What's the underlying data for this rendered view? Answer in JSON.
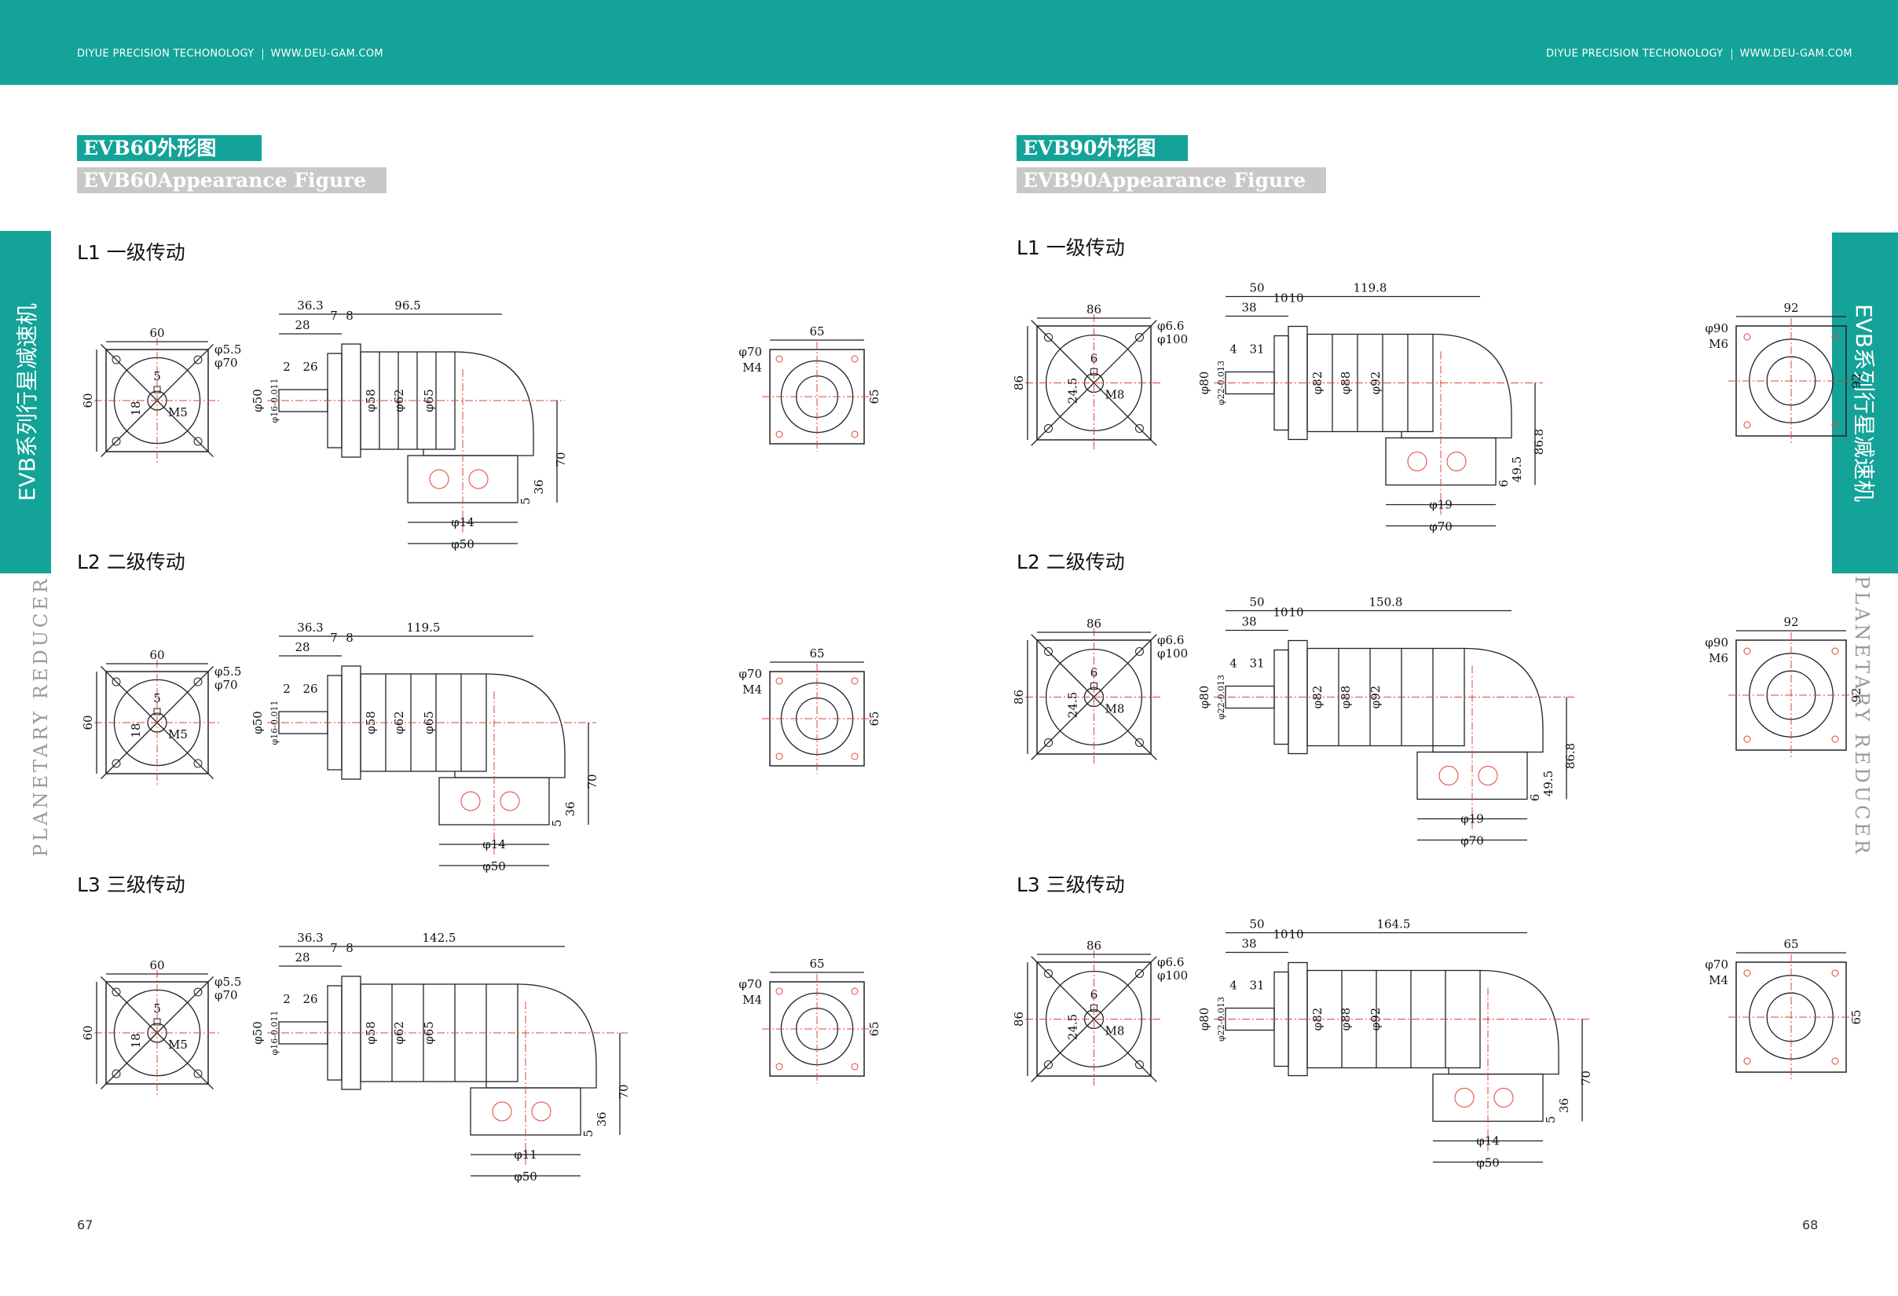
{
  "header": {
    "left_company": "DIYUE PRECISION TECHONOLOGY",
    "left_site": "WWW.DEU-GAM.COM",
    "right_company": "DIYUE PRECISION TECHONOLOGY",
    "right_site": "WWW.DEU-GAM.COM"
  },
  "left_page": {
    "title_cn": "EVB60外形图",
    "title_en": "EVB60Appearance Figure",
    "side_tab": "EVB系列行星减速机",
    "side_vertical": "PLANETARY REDUCER",
    "page_number": "67",
    "stages": [
      {
        "label": "L1  一级传动",
        "len_main": "96.5",
        "len_a": "36.3",
        "len_b": "28",
        "len_c": "7",
        "len_d": "8",
        "key": "2",
        "shaft_len": "26",
        "flange_w": "60",
        "flange_h": "60",
        "pcd": "φ70",
        "hole": "φ5.5",
        "thread": "M5",
        "kw": "5",
        "kh": "18",
        "d1": "φ58",
        "d2": "φ62",
        "d3": "φ65",
        "shaft_d": "φ16-0.011",
        "pilot": "φ50",
        "h1": "70",
        "h2": "36",
        "h3": "5",
        "out_d1": "φ14",
        "out_d2": "φ50",
        "out_w": "65",
        "out_h": "65",
        "out_pcd": "φ70",
        "out_thread": "M4"
      },
      {
        "label": "L2  二级传动",
        "len_main": "119.5",
        "len_a": "36.3",
        "len_b": "28",
        "len_c": "7",
        "len_d": "8",
        "key": "2",
        "shaft_len": "26",
        "flange_w": "60",
        "flange_h": "60",
        "pcd": "φ70",
        "hole": "φ5.5",
        "thread": "M5",
        "kw": "5",
        "kh": "18",
        "d1": "φ58",
        "d2": "φ62",
        "d3": "φ65",
        "shaft_d": "φ16-0.011",
        "pilot": "φ50",
        "h1": "70",
        "h2": "36",
        "h3": "5",
        "out_d1": "φ14",
        "out_d2": "φ50",
        "out_w": "65",
        "out_h": "65",
        "out_pcd": "φ70",
        "out_thread": "M4"
      },
      {
        "label": "L3  三级传动",
        "len_main": "142.5",
        "len_a": "36.3",
        "len_b": "28",
        "len_c": "7",
        "len_d": "8",
        "key": "2",
        "shaft_len": "26",
        "flange_w": "60",
        "flange_h": "60",
        "pcd": "φ70",
        "hole": "φ5.5",
        "thread": "M5",
        "kw": "5",
        "kh": "18",
        "d1": "φ58",
        "d2": "φ62",
        "d3": "φ65",
        "shaft_d": "φ16-0.011",
        "pilot": "φ50",
        "h1": "70",
        "h2": "36",
        "h3": "5",
        "out_d1": "φ11",
        "out_d2": "φ50",
        "out_w": "65",
        "out_h": "65",
        "out_pcd": "φ70",
        "out_thread": "M4"
      }
    ]
  },
  "right_page": {
    "title_cn": "EVB90外形图",
    "title_en": "EVB90Appearance Figure",
    "side_tab": "EVB系列行星减速机",
    "side_vertical": "PLANETARY REDUCER",
    "page_number": "68",
    "stages": [
      {
        "label": "L1  一级传动",
        "len_main": "119.8",
        "len_a": "50",
        "len_b": "38",
        "len_c": "10",
        "len_d": "10",
        "key": "4",
        "shaft_len": "31",
        "flange_w": "86",
        "flange_h": "86",
        "pcd": "φ100",
        "hole": "φ6.6",
        "thread": "M8",
        "kw": "6",
        "kh": "24.5",
        "d1": "φ82",
        "d2": "φ88",
        "d3": "φ92",
        "shaft_d": "φ22-0.013",
        "pilot": "φ80",
        "h1": "86.8",
        "h2": "49.5",
        "h3": "6",
        "out_d1": "φ19",
        "out_d2": "φ70",
        "out_w": "92",
        "out_h": "92",
        "out_pcd": "φ90",
        "out_thread": "M6"
      },
      {
        "label": "L2  二级传动",
        "len_main": "150.8",
        "len_a": "50",
        "len_b": "38",
        "len_c": "10",
        "len_d": "10",
        "key": "4",
        "shaft_len": "31",
        "flange_w": "86",
        "flange_h": "86",
        "pcd": "φ100",
        "hole": "φ6.6",
        "thread": "M8",
        "kw": "6",
        "kh": "24.5",
        "d1": "φ82",
        "d2": "φ88",
        "d3": "φ92",
        "shaft_d": "φ22-0.013",
        "pilot": "φ80",
        "h1": "86.8",
        "h2": "49.5",
        "h3": "6",
        "out_d1": "φ19",
        "out_d2": "φ70",
        "out_w": "92",
        "out_h": "92",
        "out_pcd": "φ90",
        "out_thread": "M6"
      },
      {
        "label": "L3  三级传动",
        "len_main": "164.5",
        "len_a": "50",
        "len_b": "38",
        "len_c": "10",
        "len_d": "10",
        "key": "4",
        "shaft_len": "31",
        "flange_w": "86",
        "flange_h": "86",
        "pcd": "φ100",
        "hole": "φ6.6",
        "thread": "M8",
        "kw": "6",
        "kh": "24.5",
        "d1": "φ82",
        "d2": "φ88",
        "d3": "φ92",
        "shaft_d": "φ22-0.013",
        "pilot": "φ80",
        "h1": "70",
        "h2": "36",
        "h3": "5",
        "out_d1": "φ14",
        "out_d2": "φ50",
        "out_w": "65",
        "out_h": "65",
        "out_pcd": "φ70",
        "out_thread": "M4"
      }
    ]
  }
}
